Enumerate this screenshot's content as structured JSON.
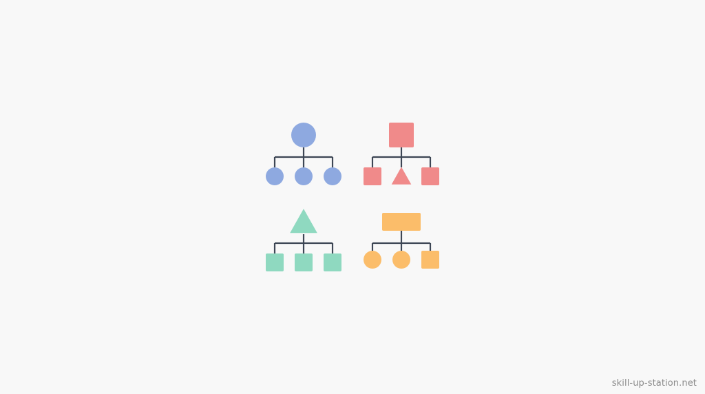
{
  "colors": {
    "background": "#f8f8f8",
    "connector": "#3d4654",
    "blue": "#8ea9e0",
    "red": "#f08a8a",
    "green": "#8fd9c0",
    "orange": "#fbbd6a"
  },
  "diagrams": [
    {
      "name": "blue-hierarchy",
      "color": "#8ea9e0",
      "parent": "circle",
      "children": [
        "circle",
        "circle",
        "circle"
      ]
    },
    {
      "name": "red-hierarchy",
      "color": "#f08a8a",
      "parent": "square",
      "children": [
        "square",
        "triangle",
        "square"
      ]
    },
    {
      "name": "green-hierarchy",
      "color": "#8fd9c0",
      "parent": "triangle",
      "children": [
        "square",
        "square",
        "square"
      ]
    },
    {
      "name": "orange-hierarchy",
      "color": "#fbbd6a",
      "parent": "rectangle",
      "children": [
        "circle",
        "circle",
        "square"
      ]
    }
  ],
  "watermark": "skill-up-station.net"
}
